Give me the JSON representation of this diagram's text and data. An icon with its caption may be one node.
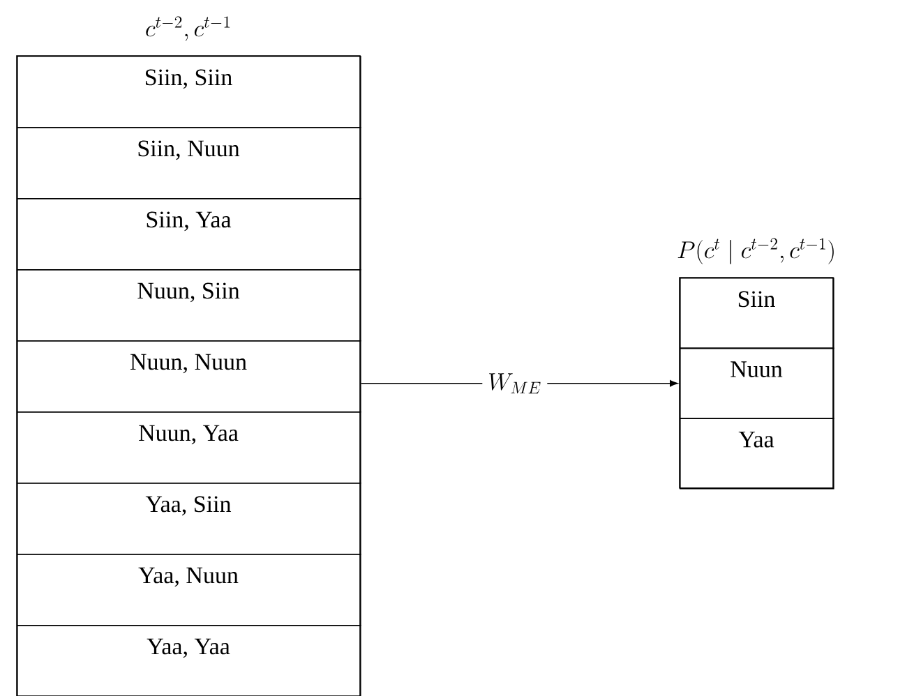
{
  "diagram": {
    "nodes": [
      {
        "text": [
          "c^{t-2}, c^{t-1}"
        ]
      },
      {
        "text": [
          "Siin, Siin"
        ],
        "in": 0
      },
      {
        "text": [
          "Siin, Nuun"
        ],
        "in": 0
      },
      {
        "text": [
          "Siin, Yaa"
        ],
        "in": 0
      },
      {
        "text": [
          "Nuun, Siin"
        ],
        "in": 0
      },
      {
        "text": [
          "Nuun, Nuun"
        ],
        "in": 0
      },
      {
        "text": [
          "Nuun, Yaa"
        ],
        "in": 0
      },
      {
        "text": [
          "Yaa, Siin"
        ],
        "in": 0
      },
      {
        "text": [
          "Yaa, Nuun"
        ],
        "in": 0
      },
      {
        "text": [
          "Yaa, Yaa"
        ],
        "in": 0
      },
      {
        "text": [
          "P(c^t \\mid c^{t-2}, c^{t-1})"
        ]
      },
      {
        "text": [
          "Siin"
        ],
        "in": 10
      },
      {
        "text": [
          "Nuun"
        ],
        "in": 10
      },
      {
        "text": [
          "Yaa"
        ],
        "in": 10
      }
    ],
    "edges": [
      {
        "from": 5,
        "to": 12,
        "arrow": "to",
        "label": "W_{ME}"
      }
    ]
  }
}
